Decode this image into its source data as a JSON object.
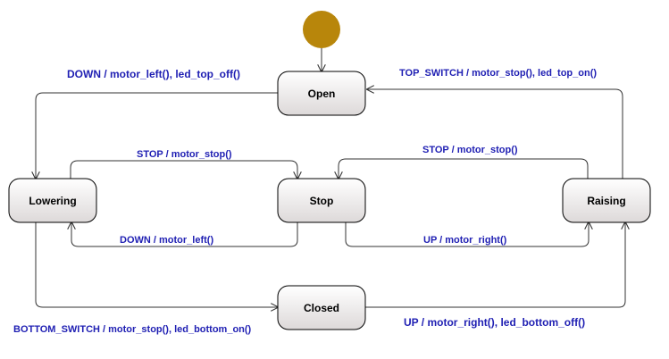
{
  "diagram": {
    "colors": {
      "initial_node": "#b8860b",
      "edge_label": "#1f1fb3",
      "state_fill_top": "#ffffff",
      "state_fill_bottom": "#ddd9d9"
    },
    "states": {
      "open": "Open",
      "stop": "Stop",
      "lowering": "Lowering",
      "raising": "Raising",
      "closed": "Closed"
    },
    "transitions": {
      "open_to_lowering": "DOWN / motor_left(), led_top_off()",
      "raising_to_open": "TOP_SWITCH / motor_stop(), led_top_on()",
      "lowering_to_stop": "STOP / motor_stop()",
      "raising_to_stop": "STOP / motor_stop()",
      "stop_to_lowering": "DOWN / motor_left()",
      "stop_to_raising": "UP / motor_right()",
      "lowering_to_closed": "BOTTOM_SWITCH / motor_stop(), led_bottom_on()",
      "closed_to_raising": "UP / motor_right(), led_bottom_off()"
    }
  }
}
